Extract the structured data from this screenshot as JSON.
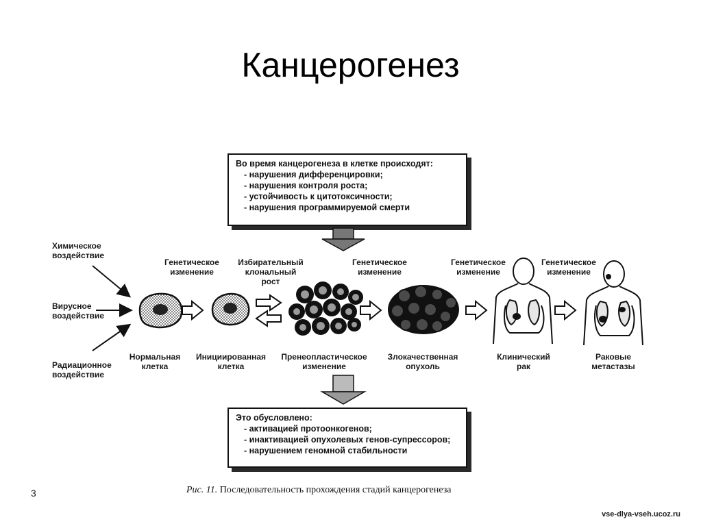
{
  "title": "Канцерогенез",
  "top_box": {
    "header": "Во время канцерогенеза в клетке происходят:",
    "items": [
      "- нарушения дифференцировки;",
      "- нарушения контроля роста;",
      "- устойчивость к цитотоксичности;",
      "- нарушения программируемой смерти"
    ]
  },
  "bottom_box": {
    "header": "Это обусловлено:",
    "items": [
      "- активацией протоонкогенов;",
      "- инактивацией опухолевых генов-супрессоров;",
      "- нарушением геномной стабильности"
    ]
  },
  "influences": {
    "chemical": [
      "Химическое",
      "воздействие"
    ],
    "viral": [
      "Вирусное",
      "воздействие"
    ],
    "radiation": [
      "Радиационное",
      "воздействие"
    ]
  },
  "transitions": {
    "t1": [
      "Генетическое",
      "изменение"
    ],
    "t2": [
      "Избирательный",
      "клональный",
      "рост"
    ],
    "t3": [
      "Генетическое",
      "изменение"
    ],
    "t4": [
      "Генетическое",
      "изменение"
    ],
    "t5": [
      "Генетическое",
      "изменение"
    ]
  },
  "stages": {
    "s1": [
      "Нормальная",
      "клетка"
    ],
    "s2": [
      "Инициированная",
      "клетка"
    ],
    "s3": [
      "Пренеопластическое",
      "изменение"
    ],
    "s4": [
      "Злокачественная",
      "опухоль"
    ],
    "s5": [
      "Клинический",
      "рак"
    ],
    "s6": [
      "Раковые",
      "метастазы"
    ]
  },
  "caption": {
    "fig": "Рис. 11.",
    "text": " Последовательность прохождения стадий канцерогенеза"
  },
  "watermark": "vse-dlya-vseh.ucoz.ru",
  "edge_mark": "3"
}
